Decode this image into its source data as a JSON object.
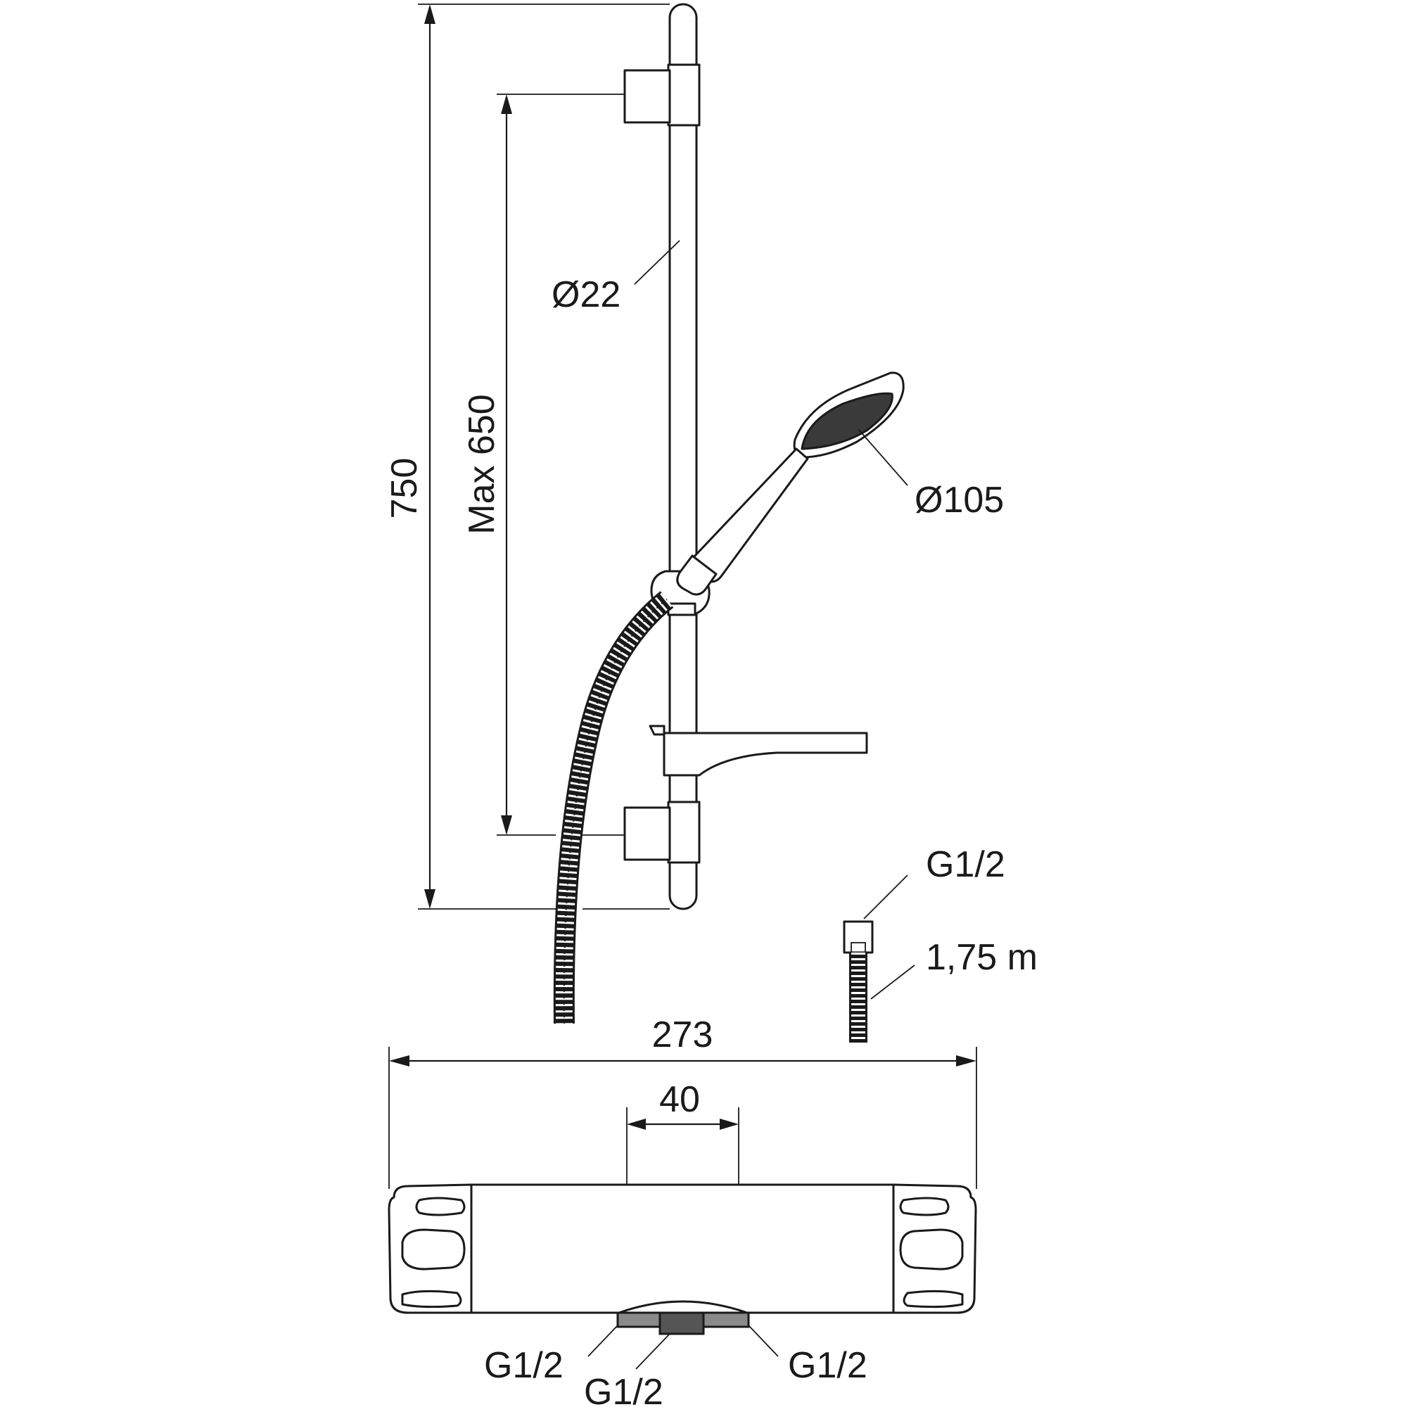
{
  "dimensions": {
    "total_height": "750",
    "max_adjustment": "Max 650",
    "rail_diameter": "Ø22",
    "head_diameter": "Ø105",
    "mixer_width": "273",
    "inlet_spacing": "40"
  },
  "hose": {
    "connection": "G1/2",
    "length": "1,75 m"
  },
  "mixer_connections": {
    "left_inlet": "G1/2",
    "center_outlet": "G1/2",
    "right_inlet": "G1/2"
  }
}
